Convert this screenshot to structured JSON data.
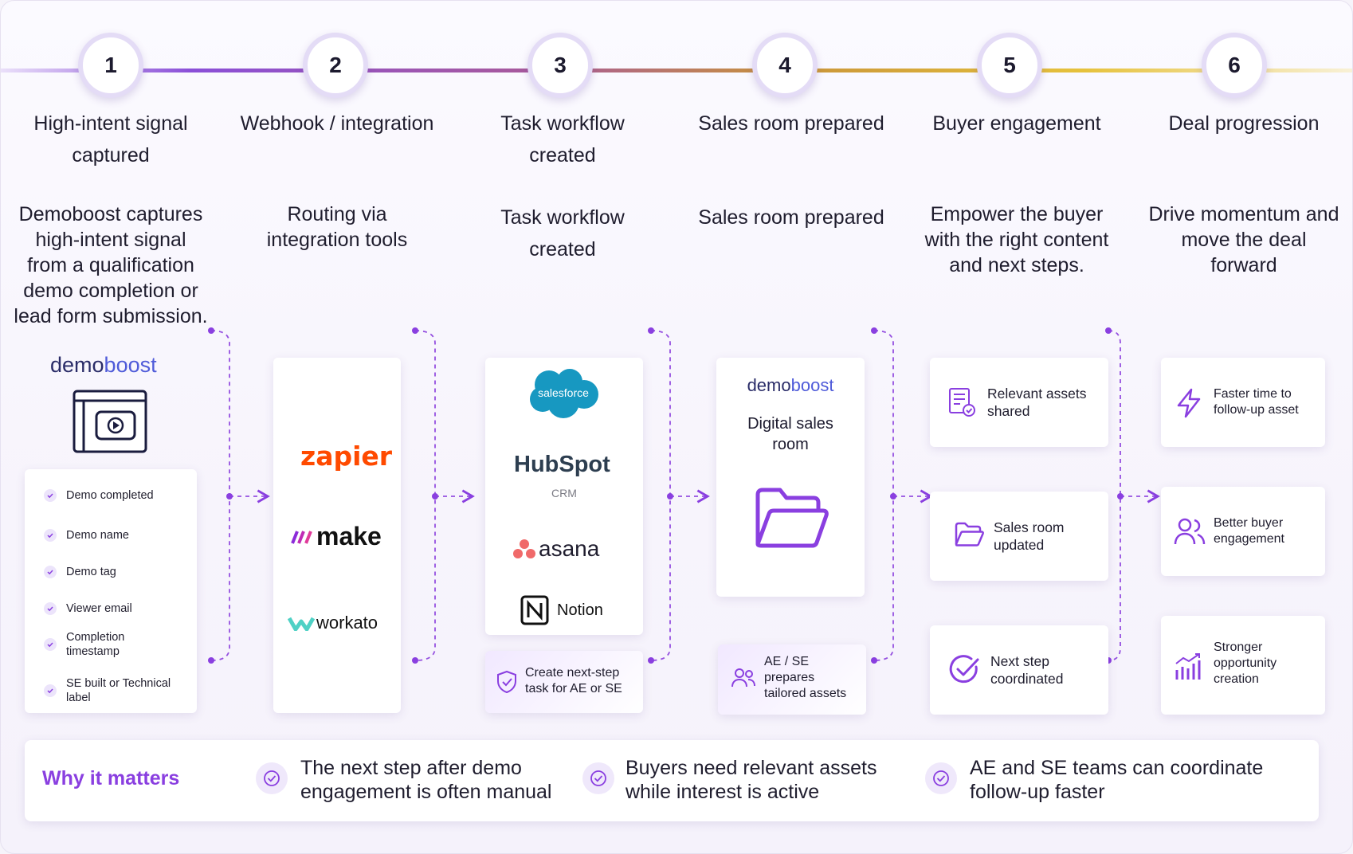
{
  "steps": [
    {
      "number": "1",
      "title_line1": "High-intent signal",
      "title_line2": "captured",
      "desc": [
        "Demoboost captures",
        "high-intent signal",
        "from a qualification",
        "demo completion or",
        "lead form submission."
      ]
    },
    {
      "number": "2",
      "title_line1": "Webhook / integration",
      "title_line2": "",
      "desc": [
        "Routing via",
        "integration tools"
      ]
    },
    {
      "number": "3",
      "title_line1": "Task workflow",
      "title_line2": "created",
      "desc": [
        "Task workflow",
        "created"
      ]
    },
    {
      "number": "4",
      "title_line1": "Sales room prepared",
      "title_line2": "",
      "desc": [
        "Sales room prepared"
      ]
    },
    {
      "number": "5",
      "title_line1": "Buyer engagement",
      "title_line2": "",
      "desc": [
        "Empower the buyer",
        "with the right content",
        "and next steps."
      ]
    },
    {
      "number": "6",
      "title_line1": "Deal progression",
      "title_line2": "",
      "desc": [
        "Drive momentum and",
        "move the deal",
        "forward"
      ]
    }
  ],
  "col1": {
    "brand_part1": "demo",
    "brand_part2": "boost",
    "fields": [
      "Demo completed",
      "Demo name",
      "Demo tag",
      "Viewer email",
      "Completion timestamp",
      "SE built or Technical label"
    ],
    "field_lines": {
      "completion_1": "Completion",
      "completion_2": "timestamp",
      "se_1": "SE built or Technical",
      "se_2": "label"
    }
  },
  "col2": {
    "tools": [
      "zapier",
      "make",
      "workato"
    ]
  },
  "col3": {
    "tools": [
      "salesforce",
      "HubSpot",
      "CRM",
      "asana",
      "Notion"
    ],
    "task_line1": "Create next-step",
    "task_line2": "task for AE or SE"
  },
  "col4": {
    "brand_part1": "demo",
    "brand_part2": "boost",
    "room_line1": "Digital sales",
    "room_line2": "room",
    "ae_line1": "AE / SE",
    "ae_line2": "prepares",
    "ae_line3": "tailored assets"
  },
  "col5": {
    "items": [
      {
        "line1": "Relevant assets",
        "line2": "shared",
        "icon": "document-check-icon"
      },
      {
        "line1": "Sales room",
        "line2": "updated",
        "icon": "folder-icon"
      },
      {
        "line1": "Next step",
        "line2": "coordinated",
        "icon": "check-circle-icon"
      }
    ]
  },
  "col6": {
    "items": [
      {
        "line1": "Faster time to",
        "line2": "follow-up asset",
        "line3": "",
        "icon": "lightning-icon"
      },
      {
        "line1": "Better buyer",
        "line2": "engagement",
        "line3": "",
        "icon": "users-icon"
      },
      {
        "line1": "Stronger",
        "line2": "opportunity",
        "line3": "creation",
        "icon": "bar-chart-icon"
      }
    ]
  },
  "why": {
    "title": "Why it matters",
    "items": [
      {
        "line1": "The next step after demo",
        "line2": "engagement is often manual"
      },
      {
        "line1": "Buyers need relevant assets",
        "line2": "while interest is active"
      },
      {
        "line1": "AE and SE teams can coordinate",
        "line2": "follow-up faster"
      }
    ]
  },
  "colors": {
    "accent": "#8a3fe0",
    "brand_blue": "#2a2c68",
    "zapier": "#ff4a00",
    "salesforce": "#1798c1",
    "asana": "#f06a6a"
  }
}
